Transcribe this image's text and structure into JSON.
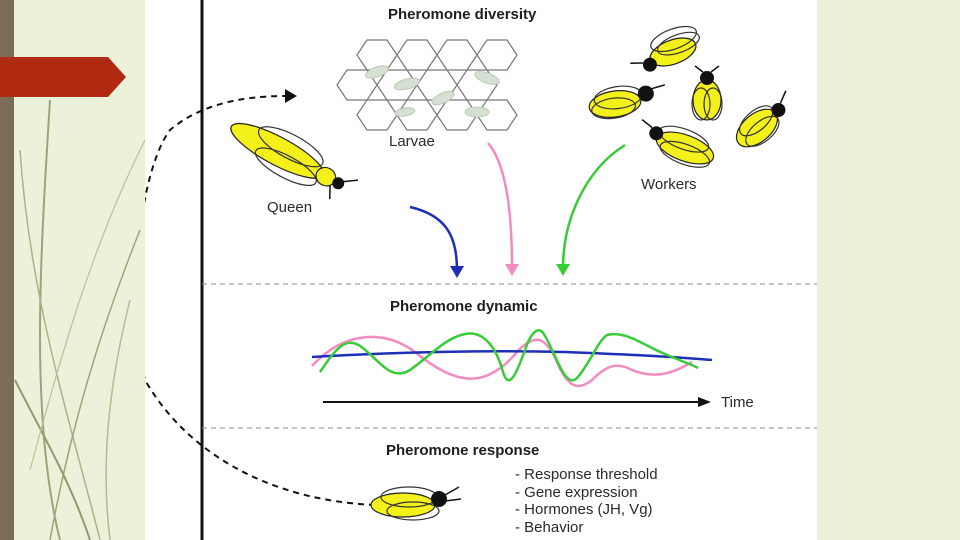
{
  "slide": {
    "colors": {
      "background": "#ecf1d9",
      "accent_tab": "#b02a12",
      "strip": "#7b6d55"
    }
  },
  "figure": {
    "sections": {
      "diversity_title": "Pheromone diversity",
      "dynamic_title": "Pheromone dynamic",
      "response_title": "Pheromone response"
    },
    "labels": {
      "larvae": "Larvae",
      "queen": "Queen",
      "workers": "Workers",
      "time": "Time"
    },
    "response_items": [
      "- Response threshold",
      "- Gene expression",
      "- Hormones (JH, Vg)",
      "- Behavior"
    ],
    "colors": {
      "queen_signal": "#1d2fb8",
      "larvae_signal": "#f28cc0",
      "workers_signal": "#37cc37",
      "bee_body": "#f4f01a"
    }
  }
}
